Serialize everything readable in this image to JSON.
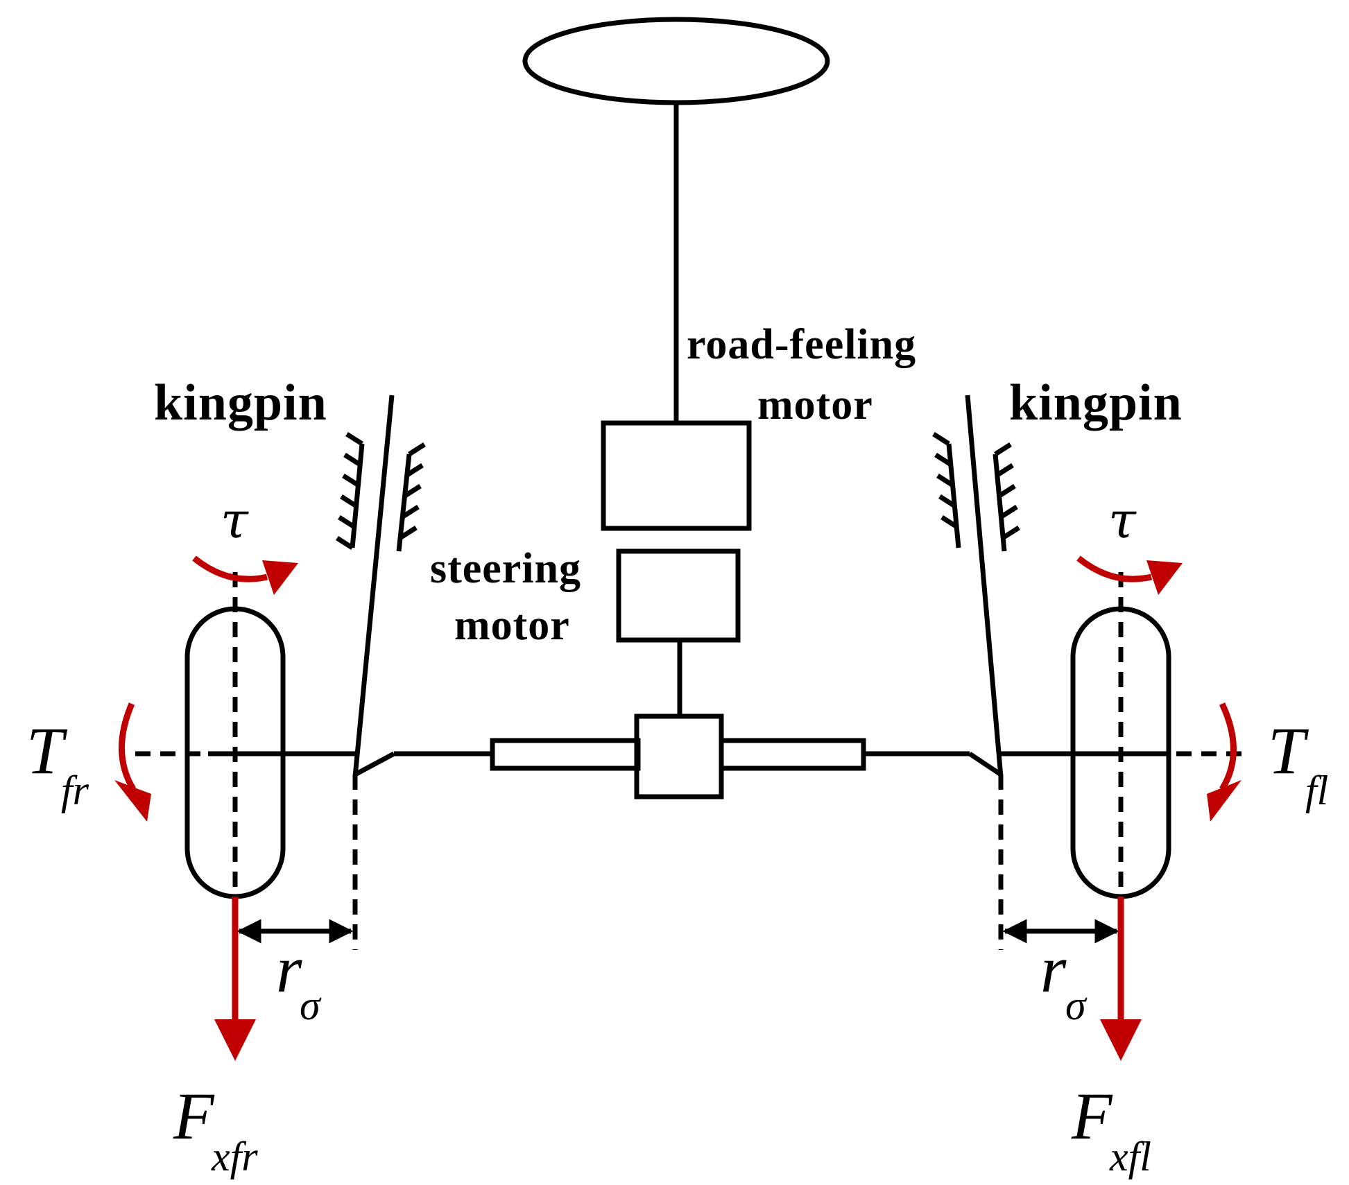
{
  "labels": {
    "road_feeling": "road-feeling",
    "road_feeling_motor": "motor",
    "steering": "steering",
    "steering_motor": "motor",
    "kingpin_left": "kingpin",
    "kingpin_right": "kingpin"
  },
  "symbols": {
    "tau_left": "τ",
    "tau_right": "τ",
    "T_main": "T",
    "T_fr_sub": "fr",
    "T_fl_sub": "fl",
    "r_main": "r",
    "r_sub": "σ",
    "F_main": "F",
    "F_xfr_sub": "xfr",
    "F_xfl_sub": "xfl"
  },
  "colors": {
    "line": "#000000",
    "force": "#c00000"
  }
}
